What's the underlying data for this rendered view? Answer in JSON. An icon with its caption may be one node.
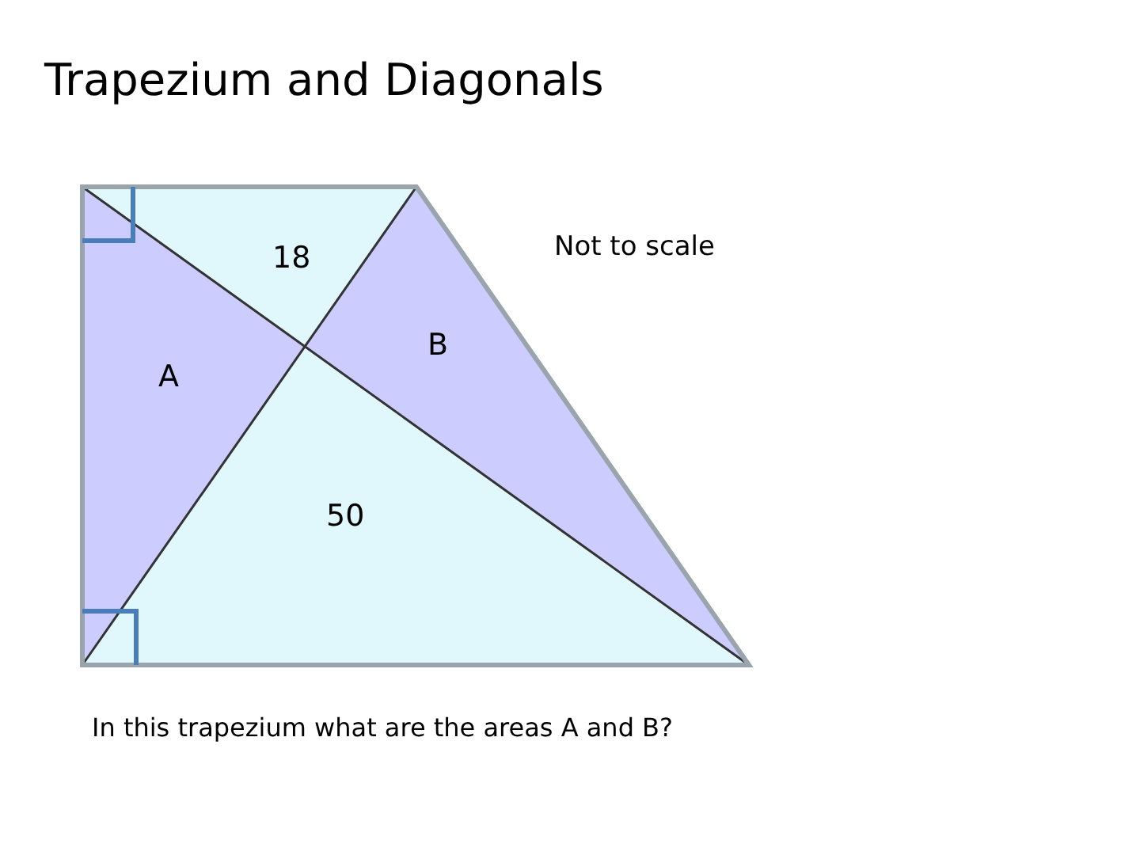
{
  "diagram": {
    "title": "Trapezium and Diagonals",
    "caption": "In this trapezium  what are the areas A and B?",
    "labels": [
      "Not to scale",
      "18",
      "A",
      "B",
      "50"
    ]
  }
}
